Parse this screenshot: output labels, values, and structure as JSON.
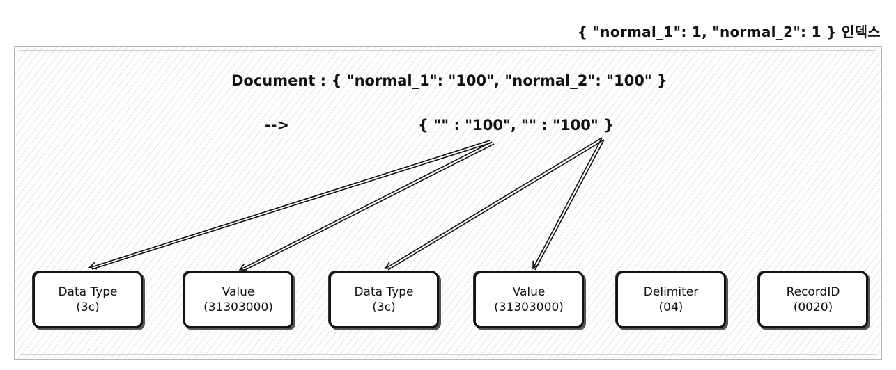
{
  "index_title": "{ \"normal_1\": 1, \"normal_2\": 1 } 인덱스",
  "document_line": "Document : { \"normal_1\": \"100\", \"normal_2\": \"100\" }",
  "arrow_text": "-->",
  "result_line": "{ \"\" : \"100\", \"\" : \"100\" }",
  "boxes": [
    {
      "label": "Data Type",
      "value": "(3c)"
    },
    {
      "label": "Value",
      "value": "(31303000)"
    },
    {
      "label": "Data Type",
      "value": "(3c)"
    },
    {
      "label": "Value",
      "value": "(31303000)"
    },
    {
      "label": "Delimiter",
      "value": "(04)"
    },
    {
      "label": "RecordID",
      "value": "(0020)"
    }
  ]
}
